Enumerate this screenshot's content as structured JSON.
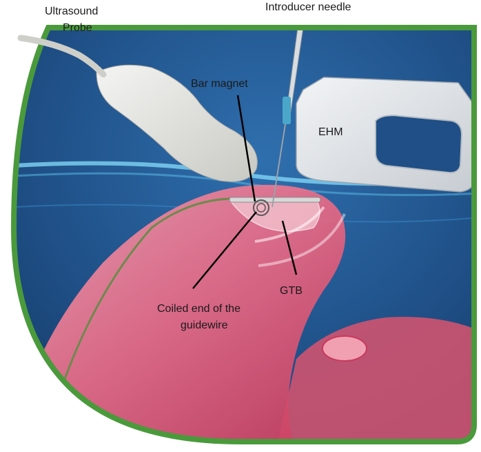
{
  "labels": {
    "probe_line1": "Ultrasound",
    "probe_line2": "Probe",
    "needle": "Introducer needle",
    "magnet": "Bar magnet",
    "ehm": "EHM",
    "gtb": "GTB",
    "coiled_line1": "Coiled end of the",
    "coiled_line2": "guidewire"
  },
  "colors": {
    "frame_border": "#4a9a3c",
    "background_blue": "#1f4f86",
    "tissue_pink": "#e86a86"
  }
}
